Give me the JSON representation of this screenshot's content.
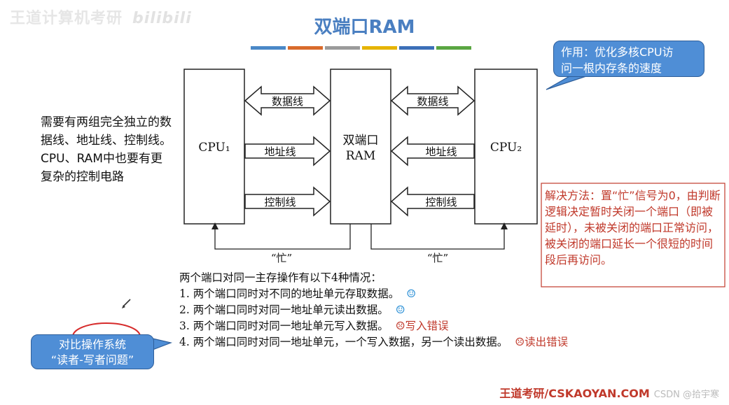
{
  "watermark": {
    "text": "王道计算机考研",
    "bili": "bilibili"
  },
  "title": "双端口RAM",
  "color_bars": [
    "#4a88c7",
    "#d96b2b",
    "#9a9a9a",
    "#e6b400",
    "#3c6fb8",
    "#5aa642"
  ],
  "diagram": {
    "cpu1": "CPU₁",
    "ram_line1": "双端口",
    "ram_line2": "RAM",
    "cpu2": "CPU₂",
    "left_data": "数据线",
    "left_addr": "地址线",
    "left_ctrl": "控制线",
    "right_data": "数据线",
    "right_addr": "地址线",
    "right_ctrl": "控制线",
    "busy_left": "“忙”",
    "busy_right": "“忙”"
  },
  "left_note": "需要有两组完全独立的数据线、地址线、控制线。CPU、RAM中也要有更复杂的控制电路",
  "top_callout": {
    "line1": "作用：优化多核CPU访",
    "line2": "问一根内存条的速度"
  },
  "solution": "解决方法：置“忙”信号为0，由判断逻辑决定暂时关闭一个端口（即被延时），未被关闭的端口正常访问，被关闭的端口延长一个很短的时间段后再访问。",
  "cases": {
    "intro": "两个端口对同一主存操作有以下4种情况：",
    "c1": "1. 两个端口同时对不同的地址单元存取数据。",
    "c1_mark": "☺",
    "c2": "2. 两个端口同时对同一地址单元读出数据。",
    "c2_mark": "☺",
    "c3": "3. 两个端口同时对同一地址单元写入数据。",
    "c3_mark": "☹写入错误",
    "c4": "4. 两个端口同时对同一地址单元，一个写入数据，另一个读出数据。",
    "c4_mark": "☹读出错误"
  },
  "bottom_callout": {
    "line1": "对比操作系统",
    "line2": "“读者-写者问题”"
  },
  "footer": {
    "brand": "王道考研/CSKAOYAN.COM",
    "handle": "CSDN @拾宇寒"
  }
}
